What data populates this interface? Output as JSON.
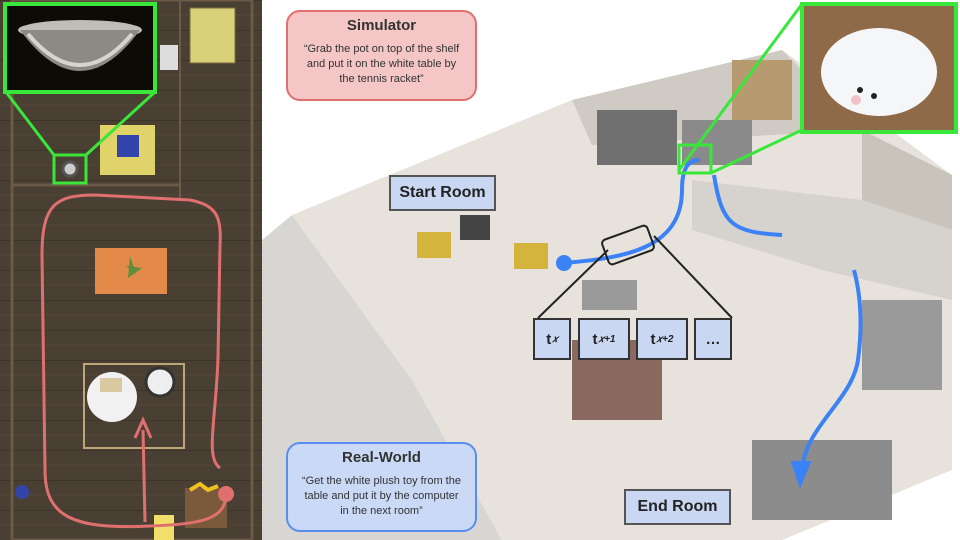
{
  "simulator": {
    "title": "Simulator",
    "instruction": "“Grab the pot on top of the shelf and put it on the white table by the tennis racket”"
  },
  "real_world": {
    "title": "Real-World",
    "instruction": "“Get the white plush toy from the table and put it by the computer in the next room”"
  },
  "rooms": {
    "start": "Start Room",
    "end": "End Room"
  },
  "timesteps": {
    "t0": "t",
    "t0_sub": "𝑥",
    "t1": "t",
    "t1_sub": "𝑥+1",
    "t2": "t",
    "t2_sub": "𝑥+2",
    "more": "…"
  },
  "colors": {
    "sim_path": "#e07070",
    "real_path": "#3b82f6",
    "highlight": "#39e639",
    "card_sim_bg": "#f4c6c6",
    "card_sim_border": "#e07070",
    "card_real_bg": "#c9d9f6",
    "card_real_border": "#5b8def"
  }
}
